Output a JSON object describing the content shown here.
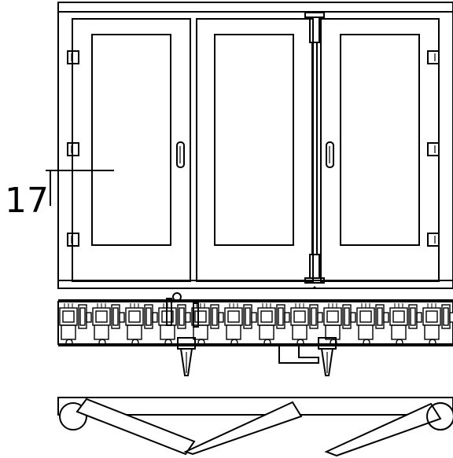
{
  "callout": {
    "label": "17"
  },
  "colors": {
    "line": "#000000",
    "background": "#ffffff"
  },
  "door": {
    "panel_count": 3,
    "configuration": "folding"
  }
}
